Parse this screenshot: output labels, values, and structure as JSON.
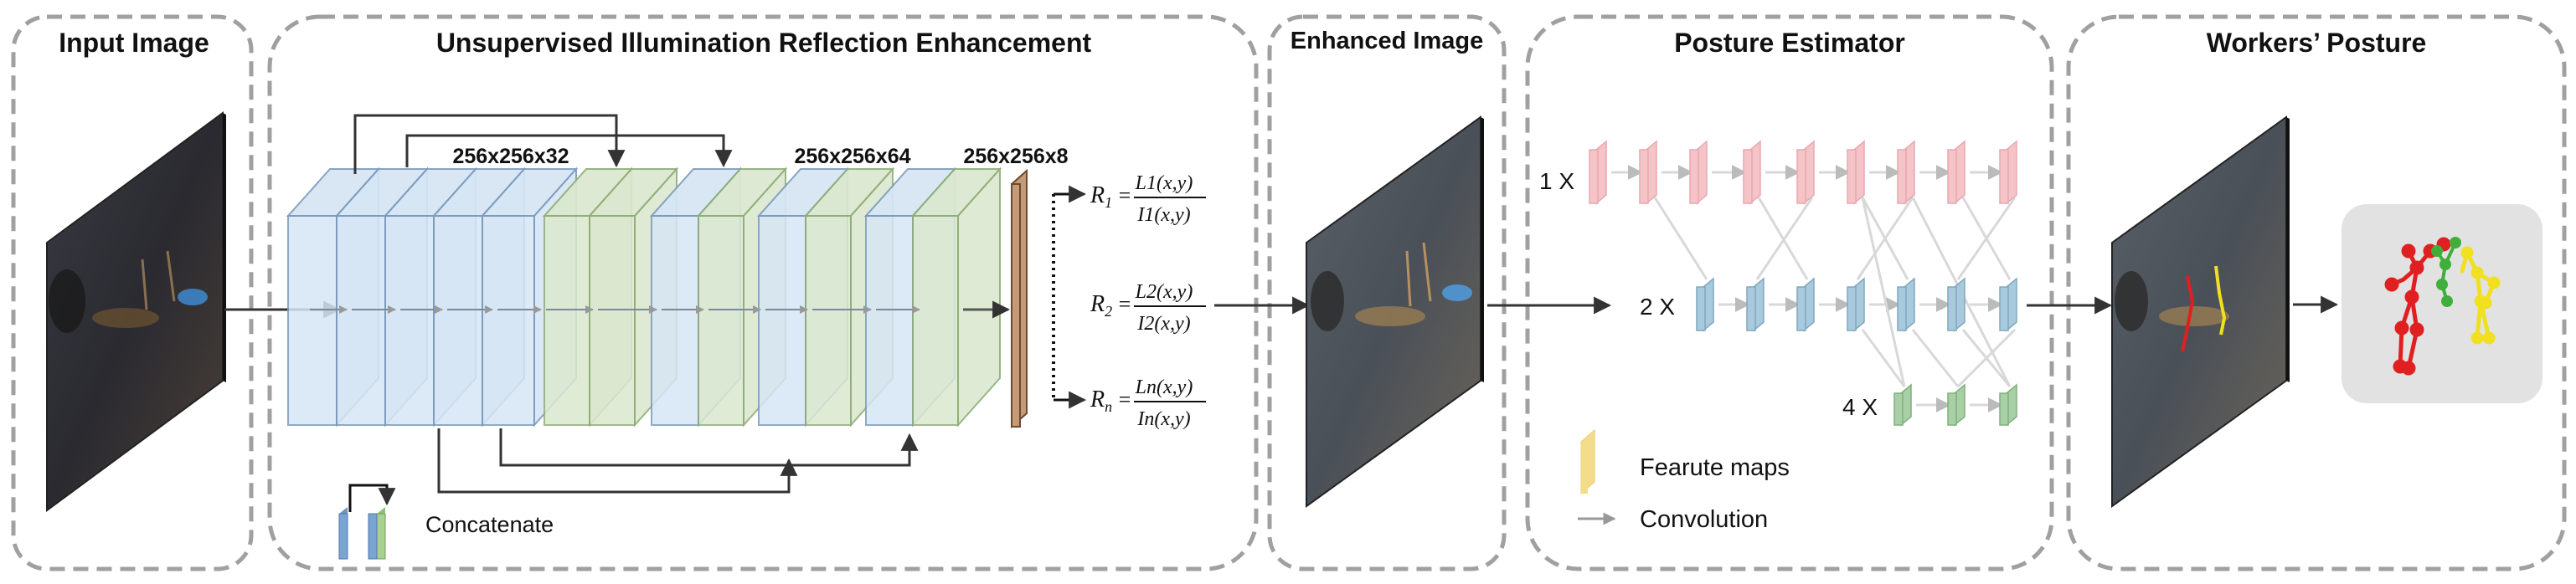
{
  "sections": {
    "input": {
      "title": "Input Image"
    },
    "enhance": {
      "title": "Unsupervised Illumination Reflection Enhancement",
      "dims": [
        "256x256x32",
        "256x256x64",
        "256x256x8"
      ],
      "concat_label": "Concatenate"
    },
    "enhanced": {
      "title": "Enhanced Image"
    },
    "estimator": {
      "title": "Posture Estimator",
      "row_labels": [
        "1 X",
        "2 X",
        "4 X"
      ],
      "legend": {
        "feature_maps": "Fearute maps",
        "convolution": "Convolution"
      }
    },
    "workers": {
      "title": "Workers’ Posture"
    }
  },
  "equations": [
    {
      "lhs": "R",
      "sub": "1",
      "num": "L1(x,y)",
      "den": "I1(x,y)"
    },
    {
      "lhs": "R",
      "sub": "2",
      "num": "L2(x,y)",
      "den": "I2(x,y)"
    },
    {
      "lhs": "R",
      "sub": "n",
      "num": "Ln(x,y)",
      "den": "In(x,y)"
    }
  ],
  "colors": {
    "frame": "#a0a0a0",
    "arrow": "#333333",
    "blue_block": "#d6e6f5",
    "green_block": "#dbe8cf",
    "brown_block": "#c49a77",
    "pink_map": "#f4c4c8",
    "blue_map": "#a9cadc",
    "green_map": "#a9cfa7",
    "yellow_map": "#f3dc8a",
    "skeleton_red": "#e02020",
    "skeleton_green": "#3fae3a",
    "skeleton_yellow": "#f0e020"
  }
}
